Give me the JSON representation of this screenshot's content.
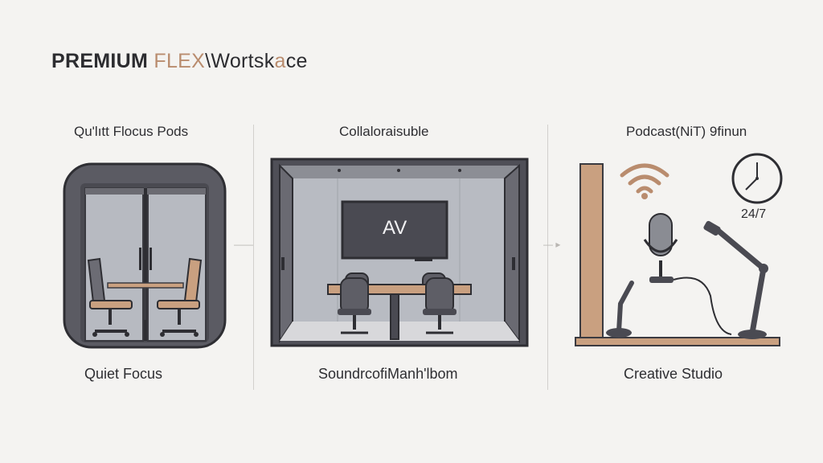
{
  "header": {
    "title_part1": "PREMIUM ",
    "title_part2": "FLEX",
    "title_part3": "\\Wortsk",
    "title_part4": "a",
    "title_part5": "ce"
  },
  "sections": [
    {
      "top_label": "Qu'lıtt Flocus Pods",
      "bottom_label": "Quiet Focus"
    },
    {
      "top_label": "Collaloraisuble",
      "bottom_label": "SoundrcofiΜanh'lbom",
      "screen_text": "AV"
    },
    {
      "top_label": "Podcast(NiT) 9finun",
      "bottom_label": "Creative Studio",
      "clock_text": "24/7"
    }
  ],
  "connectors": {
    "arrow1": "——",
    "arrow2": "— ▸"
  },
  "colors": {
    "wood": "#c9a080",
    "dark": "#55555d",
    "glass": "#b9bcc3",
    "accent": "#b98c6e"
  }
}
